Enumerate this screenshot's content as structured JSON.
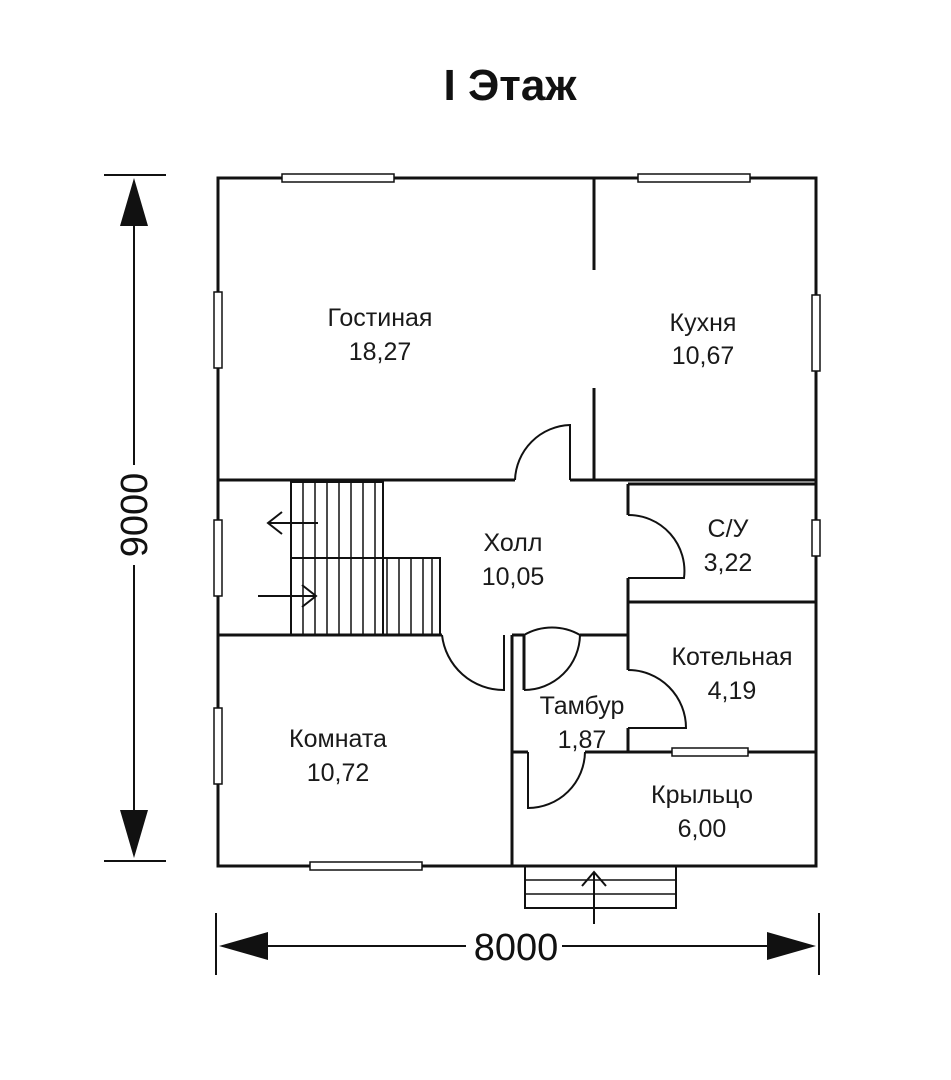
{
  "title": "I Этаж",
  "dimensions": {
    "width": "8000",
    "height": "9000"
  },
  "rooms": [
    {
      "name": "Гостиная",
      "area": "18,27"
    },
    {
      "name": "Кухня",
      "area": "10,67"
    },
    {
      "name": "Холл",
      "area": "10,05"
    },
    {
      "name": "С/У",
      "area": "3,22"
    },
    {
      "name": "Котельная",
      "area": "4,19"
    },
    {
      "name": "Тамбур",
      "area": "1,87"
    },
    {
      "name": "Комната",
      "area": "10,72"
    },
    {
      "name": "Крыльцо",
      "area": "6,00"
    }
  ]
}
